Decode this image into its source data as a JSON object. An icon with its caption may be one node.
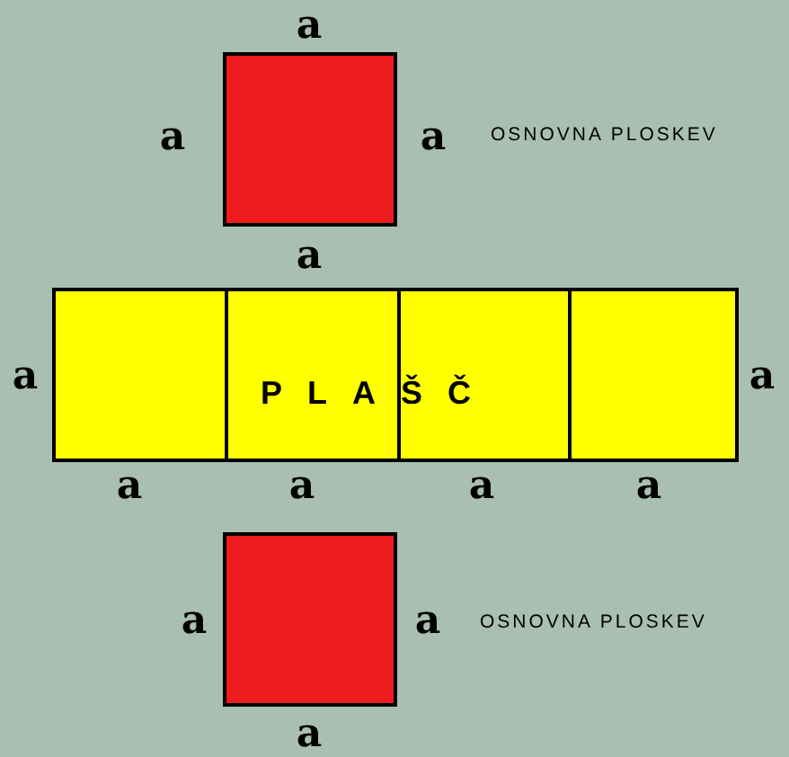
{
  "diagram": {
    "nodes": [
      {
        "text": [],
        "shape": "box"
      },
      {
        "text": [
          "PLAŠČ"
        ]
      },
      {
        "text": [],
        "shape": "box"
      }
    ],
    "labels": [
      "a",
      "a",
      "a",
      "OSNOVNA PLOSKEV",
      "a",
      "a",
      "a",
      "a",
      "a",
      "a",
      "a",
      "a",
      "a",
      "OSNOVNA PLOSKEV",
      "a"
    ]
  }
}
